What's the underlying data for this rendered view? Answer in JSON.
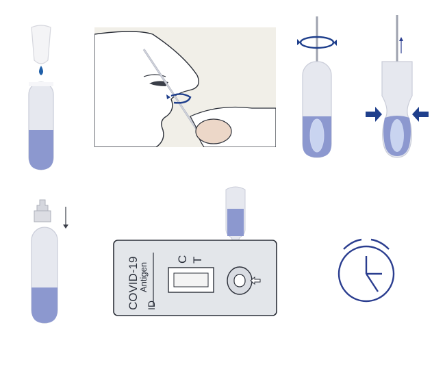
{
  "colors": {
    "tube_glass": "#e6e8ef",
    "tube_outline": "#c9ccd8",
    "liquid": "#8c98cf",
    "drop": "#1f5fa8",
    "arrow_blue": "#1f3f8c",
    "cassette_fill": "#e3e6ea",
    "cassette_outline": "#2b2f38",
    "clock": "#2a3d8f",
    "face_fill": "#f1efe8",
    "skin": "#ecd7c8"
  },
  "icons": {
    "step1": "dropper-icon",
    "step2": "nasal-swab-icon",
    "step3": "rotate-swab-icon",
    "step4": "squeeze-tube-icon",
    "step5": "cap-tube-icon",
    "step6": "test-cassette-icon",
    "step7": "clock-icon"
  },
  "cassette": {
    "title": "COVID-19",
    "subtitle": "Antigen",
    "id_label": "ID",
    "control_label": "C",
    "test_label": "T"
  }
}
